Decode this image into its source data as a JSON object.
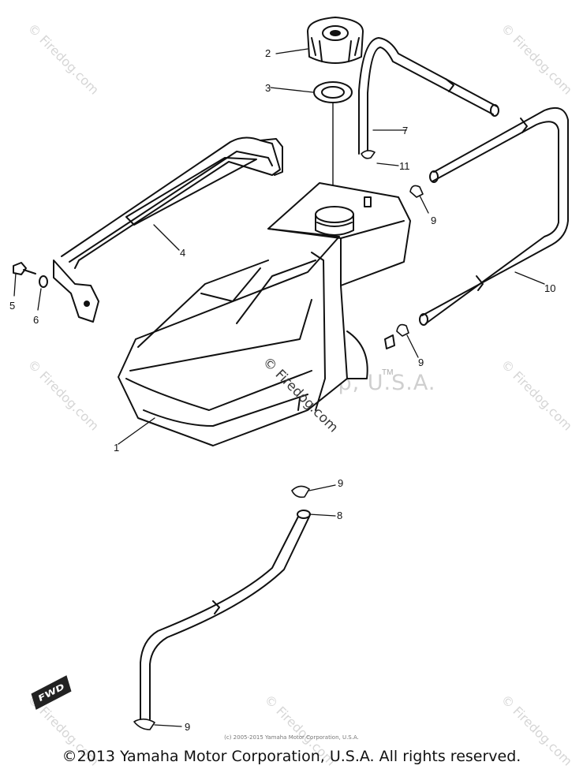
{
  "watermarks": {
    "site": "© Firedog.com",
    "center": "Yamaha Motor Corp, U.S.A.",
    "tm": "TM"
  },
  "callouts": [
    "1",
    "2",
    "3",
    "4",
    "5",
    "6",
    "7",
    "8",
    "9",
    "10",
    "11"
  ],
  "fwd_label": "FWD",
  "small_copyright": "(c) 2005-2015 Yamaha Motor Corporation, U.S.A.",
  "footer": "©2013 Yamaha Motor Corporation, U.S.A. All rights reserved."
}
